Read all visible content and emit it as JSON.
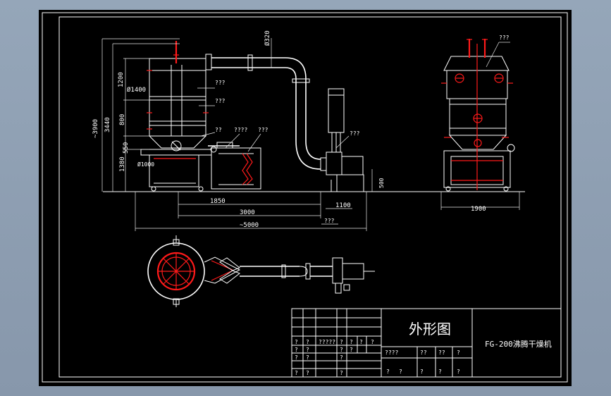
{
  "drawing": {
    "title": "外形图",
    "model": "FG-200沸腾干燥机"
  },
  "dimensions": {
    "pipe_dia": "Ø320",
    "total_height": "~3900",
    "height_3440": "3440",
    "height_1200": "1200",
    "height_800": "800",
    "height_550": "550",
    "height_1380": "1380",
    "dia_1400": "Ø1400",
    "dia_1000": "Ø1000",
    "width_1850": "1850",
    "width_3000": "3000",
    "width_5000": "~5000",
    "width_1100": "1100",
    "height_500": "500",
    "width_1900": "1900"
  },
  "callouts": {
    "c1": "???",
    "c2": "???",
    "c3": "??",
    "c4": "????",
    "c5": "???",
    "c6": "???",
    "c7": "???",
    "c8": "???"
  },
  "title_block": {
    "r1c1": "?",
    "r1c2": "?",
    "r1c3": "?????",
    "r1c4": "?",
    "r1c5": "?",
    "r1c6": "?",
    "r1c7": "?",
    "r2c1": "?",
    "r2c2": "?",
    "r2c3": "?",
    "r2c4": "?",
    "r3c1": "?",
    "r3c2": "?",
    "r3c3": "?",
    "r4c1": "?",
    "r4c2": "?",
    "r4c3": "?",
    "mid1": "????",
    "mid2": "??",
    "mid3": "??",
    "mid4": "?",
    "bot1": "?",
    "bot2": "?",
    "bot3": "?",
    "bot4": "?",
    "bot5": "?"
  }
}
